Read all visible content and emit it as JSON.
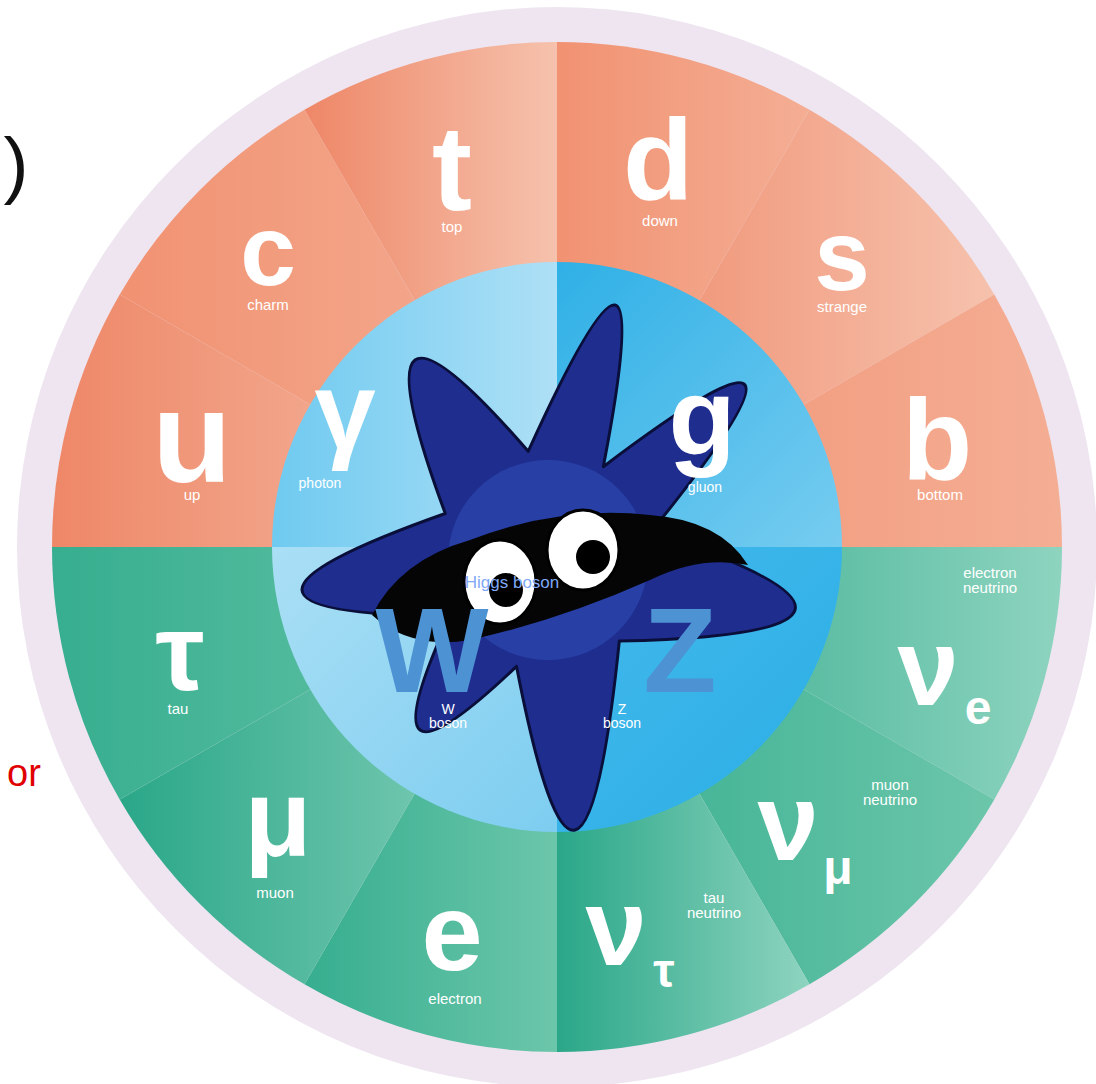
{
  "diagram": {
    "nodes": [
      {
        "text": [
          "u",
          "up"
        ]
      },
      {
        "text": [
          "c",
          "charm"
        ]
      },
      {
        "text": [
          "t",
          "top"
        ]
      },
      {
        "text": [
          "d",
          "down"
        ]
      },
      {
        "text": [
          "s",
          "strange"
        ]
      },
      {
        "text": [
          "b",
          "bottom"
        ]
      },
      {
        "text": [
          "ν",
          "e",
          "electron neutrino"
        ]
      },
      {
        "text": [
          "ν",
          "μ",
          "muon neutrino"
        ]
      },
      {
        "text": [
          "ν",
          "τ",
          "tau neutrino"
        ]
      },
      {
        "text": [
          "e",
          "electron"
        ]
      },
      {
        "text": [
          "μ",
          "muon"
        ]
      },
      {
        "text": [
          "τ",
          "tau"
        ]
      },
      {
        "text": [
          "γ",
          "photon"
        ]
      },
      {
        "text": [
          "g",
          "gluon"
        ]
      },
      {
        "text": [
          "W",
          "W boson"
        ]
      },
      {
        "text": [
          "Z",
          "Z boson"
        ]
      },
      {
        "text": [
          "Higgs boson"
        ]
      }
    ],
    "labels": [
      ")",
      "or"
    ]
  }
}
